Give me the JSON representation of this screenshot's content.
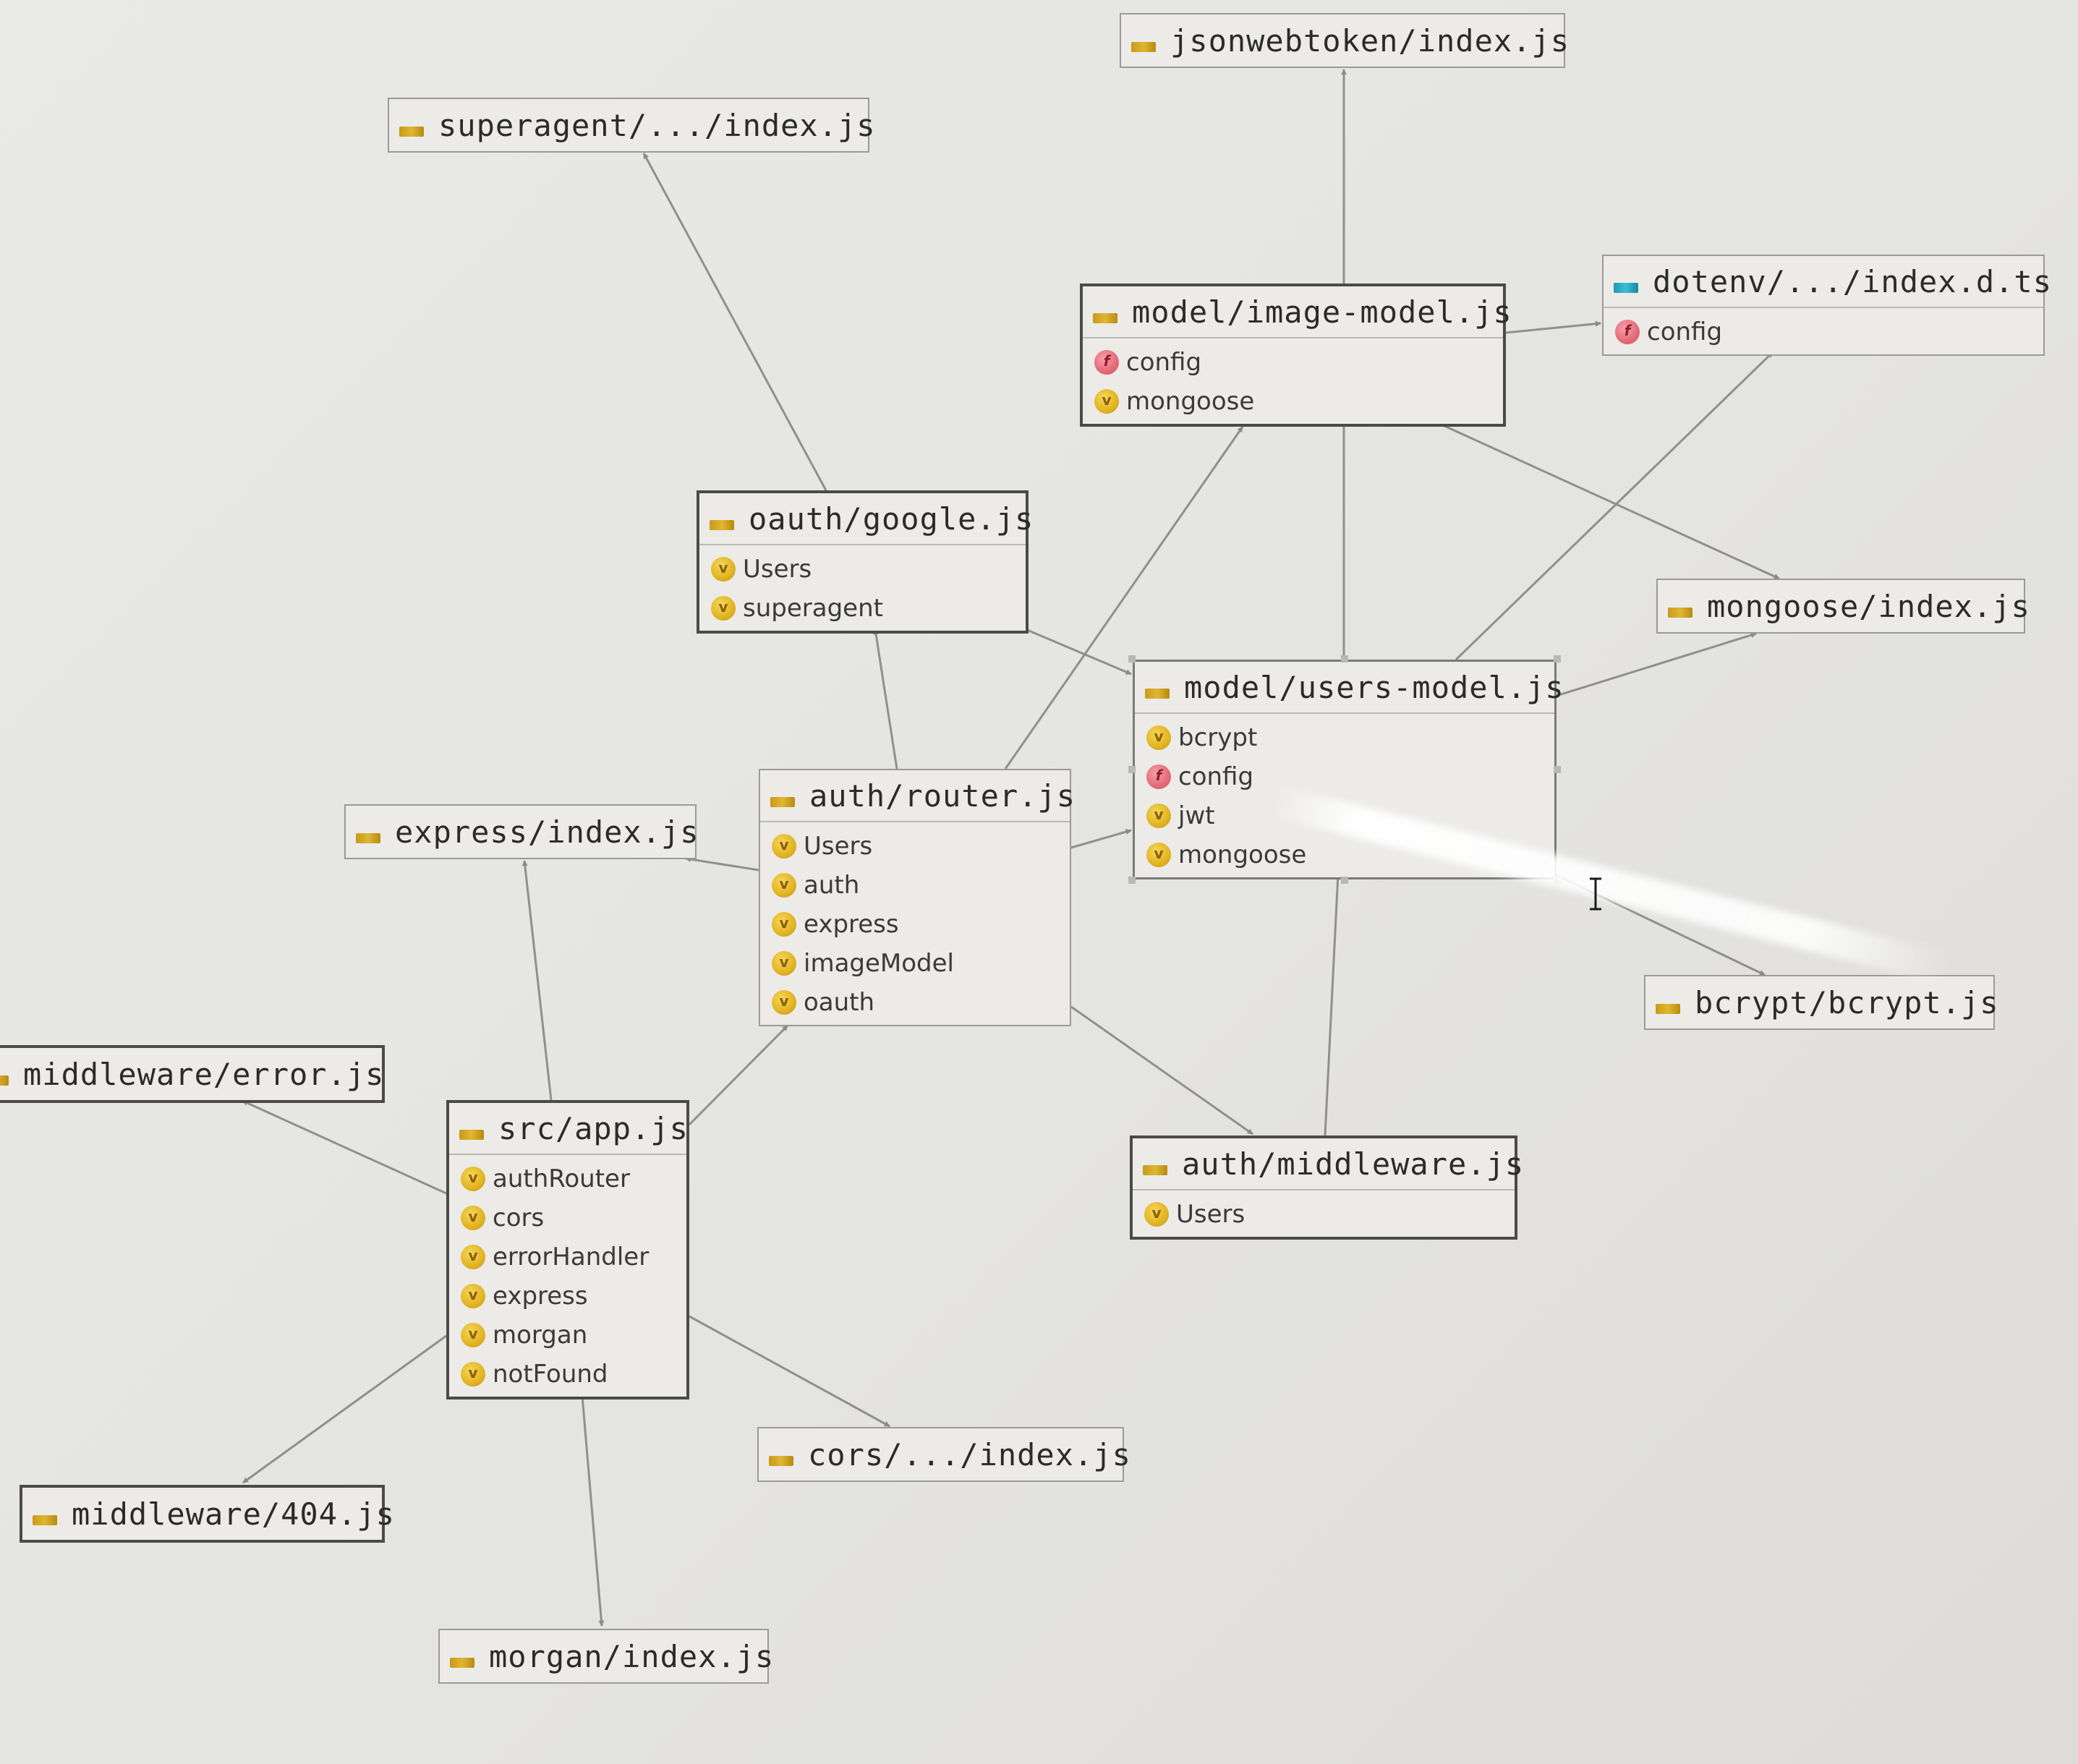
{
  "diagram": {
    "nodes": [
      {
        "id": "jsonwebtoken",
        "title": "jsonwebtoken/index.js",
        "icon": "js-file-icon",
        "members": []
      },
      {
        "id": "superagent",
        "title": "superagent/.../index.js",
        "icon": "js-file-icon",
        "members": []
      },
      {
        "id": "image_model",
        "title": "model/image-model.js",
        "icon": "js-file-icon",
        "members": [
          {
            "name": "config",
            "kind": "function"
          },
          {
            "name": "mongoose",
            "kind": "variable"
          }
        ]
      },
      {
        "id": "dotenv",
        "title": "dotenv/.../index.d.ts",
        "icon": "ts-file-icon",
        "members": [
          {
            "name": "config",
            "kind": "function"
          }
        ]
      },
      {
        "id": "oauth_google",
        "title": "oauth/google.js",
        "icon": "js-file-icon",
        "members": [
          {
            "name": "Users",
            "kind": "variable"
          },
          {
            "name": "superagent",
            "kind": "variable"
          }
        ]
      },
      {
        "id": "mongoose",
        "title": "mongoose/index.js",
        "icon": "js-file-icon",
        "members": []
      },
      {
        "id": "users_model",
        "title": "model/users-model.js",
        "icon": "js-file-icon",
        "members": [
          {
            "name": "bcrypt",
            "kind": "variable"
          },
          {
            "name": "config",
            "kind": "function"
          },
          {
            "name": "jwt",
            "kind": "variable"
          },
          {
            "name": "mongoose",
            "kind": "variable"
          }
        ]
      },
      {
        "id": "express",
        "title": "express/index.js",
        "icon": "js-file-icon",
        "members": []
      },
      {
        "id": "auth_router",
        "title": "auth/router.js",
        "icon": "js-file-icon",
        "members": [
          {
            "name": "Users",
            "kind": "variable"
          },
          {
            "name": "auth",
            "kind": "variable"
          },
          {
            "name": "express",
            "kind": "variable"
          },
          {
            "name": "imageModel",
            "kind": "variable"
          },
          {
            "name": "oauth",
            "kind": "variable"
          }
        ]
      },
      {
        "id": "bcrypt",
        "title": "bcrypt/bcrypt.js",
        "icon": "js-file-icon",
        "members": []
      },
      {
        "id": "mw_error",
        "title": "middleware/error.js",
        "icon": "js-file-icon",
        "members": []
      },
      {
        "id": "app",
        "title": "src/app.js",
        "icon": "js-file-icon",
        "members": [
          {
            "name": "authRouter",
            "kind": "variable"
          },
          {
            "name": "cors",
            "kind": "variable"
          },
          {
            "name": "errorHandler",
            "kind": "variable"
          },
          {
            "name": "express",
            "kind": "variable"
          },
          {
            "name": "morgan",
            "kind": "variable"
          },
          {
            "name": "notFound",
            "kind": "variable"
          }
        ]
      },
      {
        "id": "auth_middleware",
        "title": "auth/middleware.js",
        "icon": "js-file-icon",
        "members": [
          {
            "name": "Users",
            "kind": "variable"
          }
        ]
      },
      {
        "id": "cors",
        "title": "cors/.../index.js",
        "icon": "js-file-icon",
        "members": []
      },
      {
        "id": "mw_404",
        "title": "middleware/404.js",
        "icon": "js-file-icon",
        "members": []
      },
      {
        "id": "morgan",
        "title": "morgan/index.js",
        "icon": "js-file-icon",
        "members": []
      }
    ],
    "edges": [
      {
        "from": "oauth_google",
        "to": "superagent"
      },
      {
        "from": "oauth_google",
        "to": "users_model"
      },
      {
        "from": "image_model",
        "to": "dotenv"
      },
      {
        "from": "image_model",
        "to": "mongoose"
      },
      {
        "from": "users_model",
        "to": "jsonwebtoken"
      },
      {
        "from": "users_model",
        "to": "dotenv"
      },
      {
        "from": "users_model",
        "to": "mongoose"
      },
      {
        "from": "users_model",
        "to": "bcrypt"
      },
      {
        "from": "auth_router",
        "to": "oauth_google"
      },
      {
        "from": "auth_router",
        "to": "image_model"
      },
      {
        "from": "auth_router",
        "to": "users_model"
      },
      {
        "from": "auth_router",
        "to": "express"
      },
      {
        "from": "auth_router",
        "to": "auth_middleware"
      },
      {
        "from": "auth_middleware",
        "to": "users_model"
      },
      {
        "from": "app",
        "to": "express"
      },
      {
        "from": "app",
        "to": "auth_router"
      },
      {
        "from": "app",
        "to": "mw_error"
      },
      {
        "from": "app",
        "to": "mw_404"
      },
      {
        "from": "app",
        "to": "cors"
      },
      {
        "from": "app",
        "to": "morgan"
      }
    ]
  },
  "colors": {
    "background": "#e6e6e3",
    "edge": "#8f8f8f",
    "js_icon": "#d9ab22",
    "ts_icon": "#2aa9c4",
    "variable_icon": "#e2b321",
    "function_icon": "#e36a77"
  }
}
